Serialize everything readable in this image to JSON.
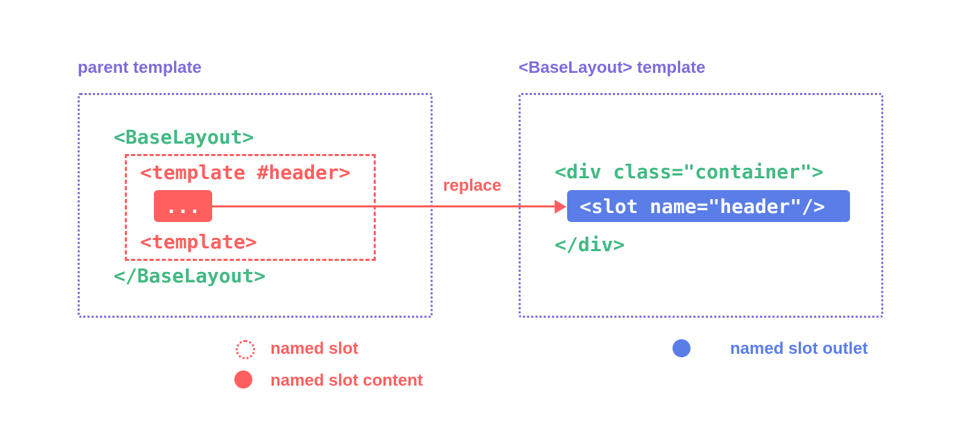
{
  "colors": {
    "purple": "#7e6bdd",
    "green": "#42b983",
    "red": "#ff5f5f",
    "blue": "#5a7de8"
  },
  "left_panel": {
    "title": "parent template",
    "code": {
      "open_tag": "<BaseLayout>",
      "slot_block": {
        "open": "<template #header>",
        "content": "...",
        "close": "<template>"
      },
      "close_tag": "</BaseLayout>"
    }
  },
  "arrow": {
    "label": "replace"
  },
  "right_panel": {
    "title": "<BaseLayout> template",
    "code": {
      "open_tag": "<div class=\"container\">",
      "slot_outlet": "<slot name=\"header\"/>",
      "close_tag": "</div>"
    }
  },
  "legend": {
    "named_slot": "named slot",
    "named_slot_content": "named slot content",
    "named_slot_outlet": "named slot outlet"
  }
}
